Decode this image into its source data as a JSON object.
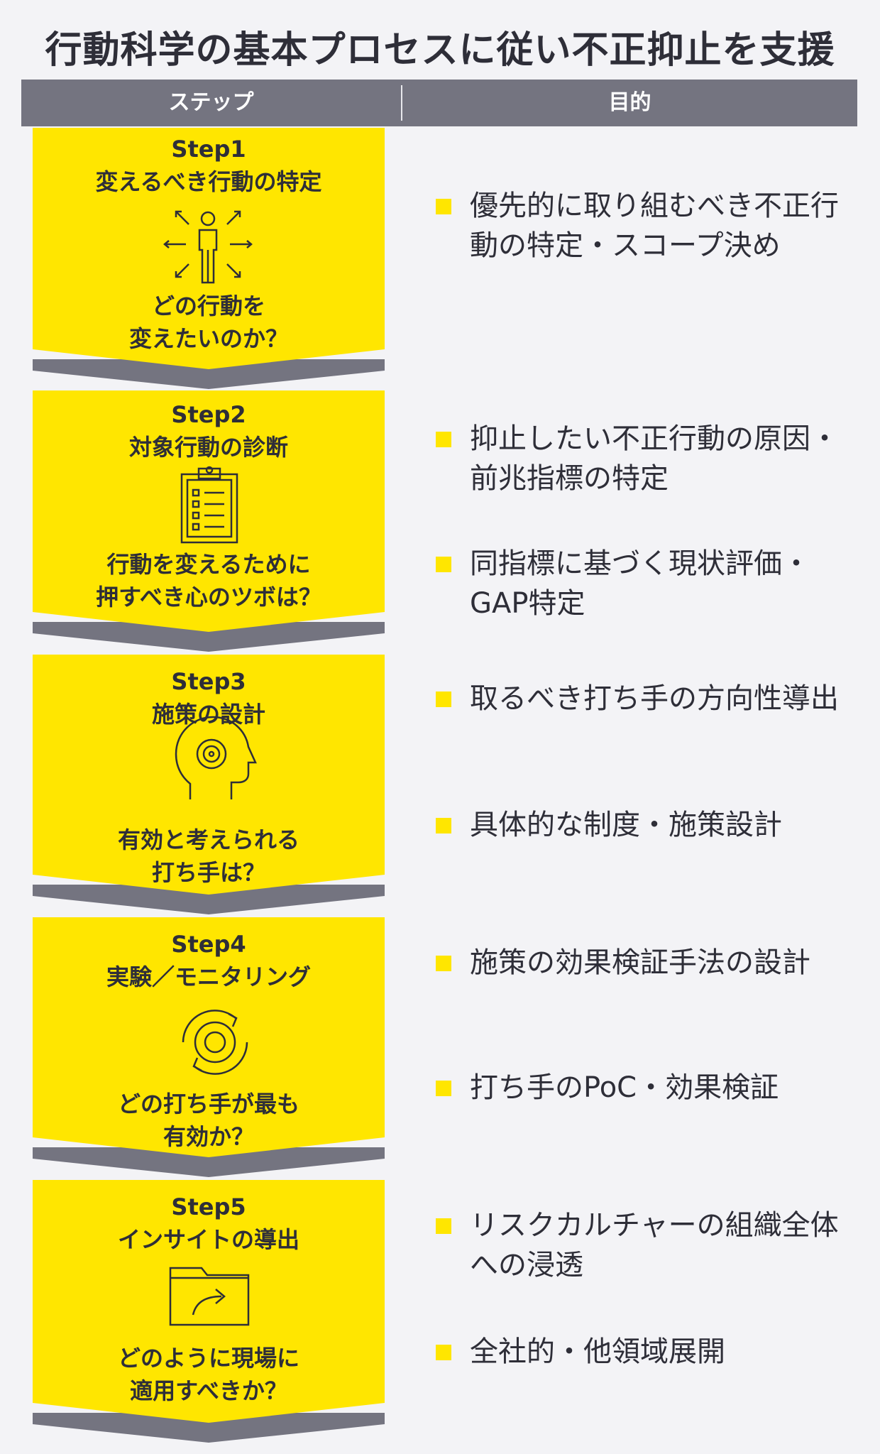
{
  "title": "行動科学の基本プロセスに従い不正抑止を支援",
  "header": {
    "col1": "ステップ",
    "col2": "目的"
  },
  "colors": {
    "accent": "#ffe600",
    "header_bg": "#747480",
    "shadow": "#747480",
    "text": "#2e2e38"
  },
  "steps": [
    {
      "label": "Step1",
      "name": "変えるべき行動の特定",
      "icon": "person-arrows-icon",
      "question": [
        "どの行動を",
        "変えたいのか？"
      ],
      "purposes": [
        "優先的に取り組むべき不正行動の特定・スコープ決め"
      ]
    },
    {
      "label": "Step2",
      "name": "対象行動の診断",
      "icon": "clipboard-checklist-icon",
      "question": [
        "行動を変えるために",
        "押すべき心のツボは？"
      ],
      "purposes": [
        "抑止したい不正行動の原因・前兆指標の特定",
        "同指標に基づく現状評価・GAP特定"
      ]
    },
    {
      "label": "Step3",
      "name": "施策の設計",
      "icon": "head-brain-icon",
      "question": [
        "有効と考えられる",
        "打ち手は？"
      ],
      "purposes": [
        "取るべき打ち手の方向性導出",
        "具体的な制度・施策設計"
      ]
    },
    {
      "label": "Step4",
      "name": "実験／モニタリング",
      "icon": "cycle-arrows-icon",
      "question": [
        "どの打ち手が最も",
        "有効か？"
      ],
      "purposes": [
        "施策の効果検証手法の設計",
        "打ち手のPoC・効果検証"
      ]
    },
    {
      "label": "Step5",
      "name": "インサイトの導出",
      "icon": "folder-share-icon",
      "question": [
        "どのように現場に",
        "適用すべきか？"
      ],
      "purposes": [
        "リスクカルチャーの組織全体への浸透",
        "全社的・他領域展開"
      ]
    }
  ]
}
